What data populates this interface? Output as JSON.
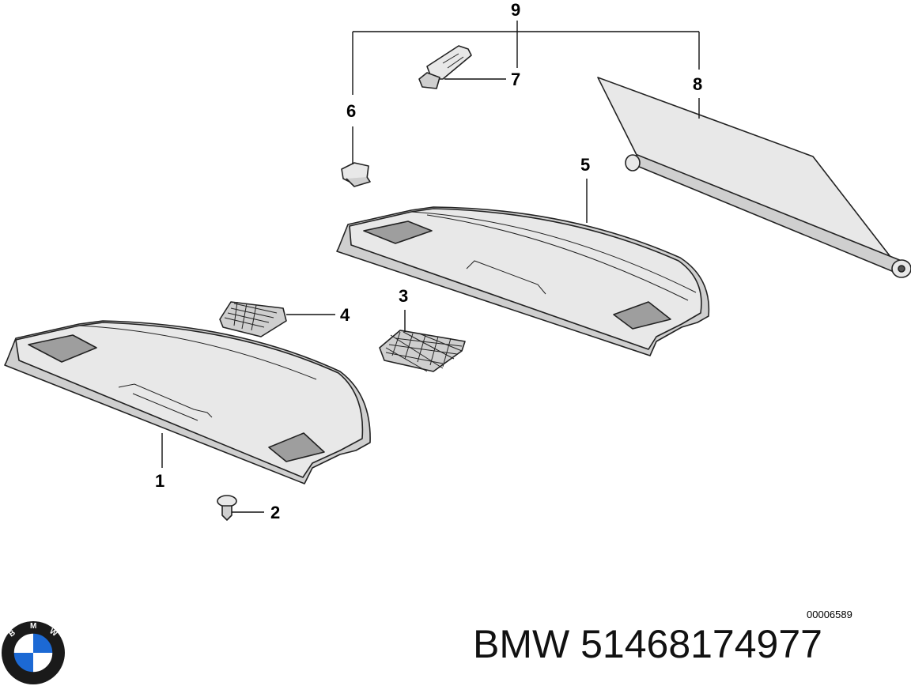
{
  "callouts": {
    "c1": "1",
    "c2": "2",
    "c3": "3",
    "c4": "4",
    "c5": "5",
    "c6": "6",
    "c7": "7",
    "c8": "8",
    "c9": "9"
  },
  "document_number": "00006589",
  "brand_logo": {
    "icon": "bmw-roundel-icon",
    "lettering": "BMW",
    "colors": {
      "ring": "#1a1a1a",
      "blue": "#1c69d4",
      "white": "#ffffff"
    }
  },
  "part_number_caption": "BMW 51468174977"
}
